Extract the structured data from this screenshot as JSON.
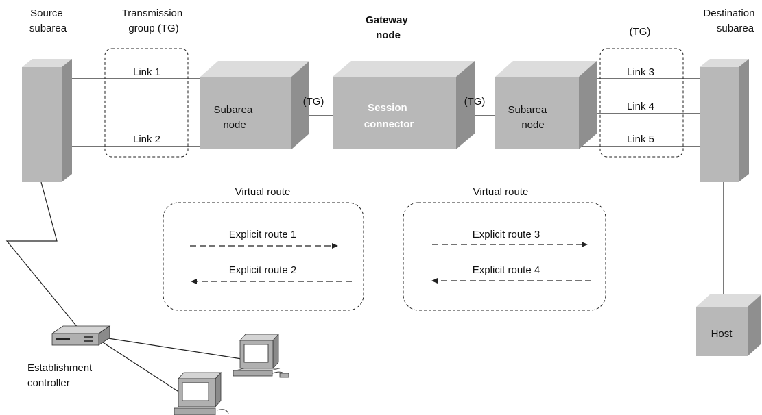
{
  "labels": {
    "source_subarea": [
      "Source",
      "subarea"
    ],
    "transmission_group": [
      "Transmission",
      "group (TG)"
    ],
    "gateway_node": [
      "Gateway",
      "node"
    ],
    "tg_right": "(TG)",
    "destination_subarea": [
      "Destination",
      "subarea"
    ],
    "tg_left_of_connector": "(TG)",
    "tg_right_of_connector": "(TG)",
    "establishment_controller": [
      "Establishment",
      "controller"
    ]
  },
  "links": {
    "link1": "Link 1",
    "link2": "Link 2",
    "link3": "Link 3",
    "link4": "Link 4",
    "link5": "Link 5"
  },
  "nodes": {
    "subarea_left": [
      "Subarea",
      "node"
    ],
    "session_connector": [
      "Session",
      "connector"
    ],
    "subarea_right": [
      "Subarea",
      "node"
    ],
    "host": "Host"
  },
  "virtual_routes": [
    {
      "title": "Virtual route",
      "routes": [
        "Explicit route 1",
        "Explicit route 2"
      ]
    },
    {
      "title": "Virtual route",
      "routes": [
        "Explicit route 3",
        "Explicit route 4"
      ]
    }
  ]
}
